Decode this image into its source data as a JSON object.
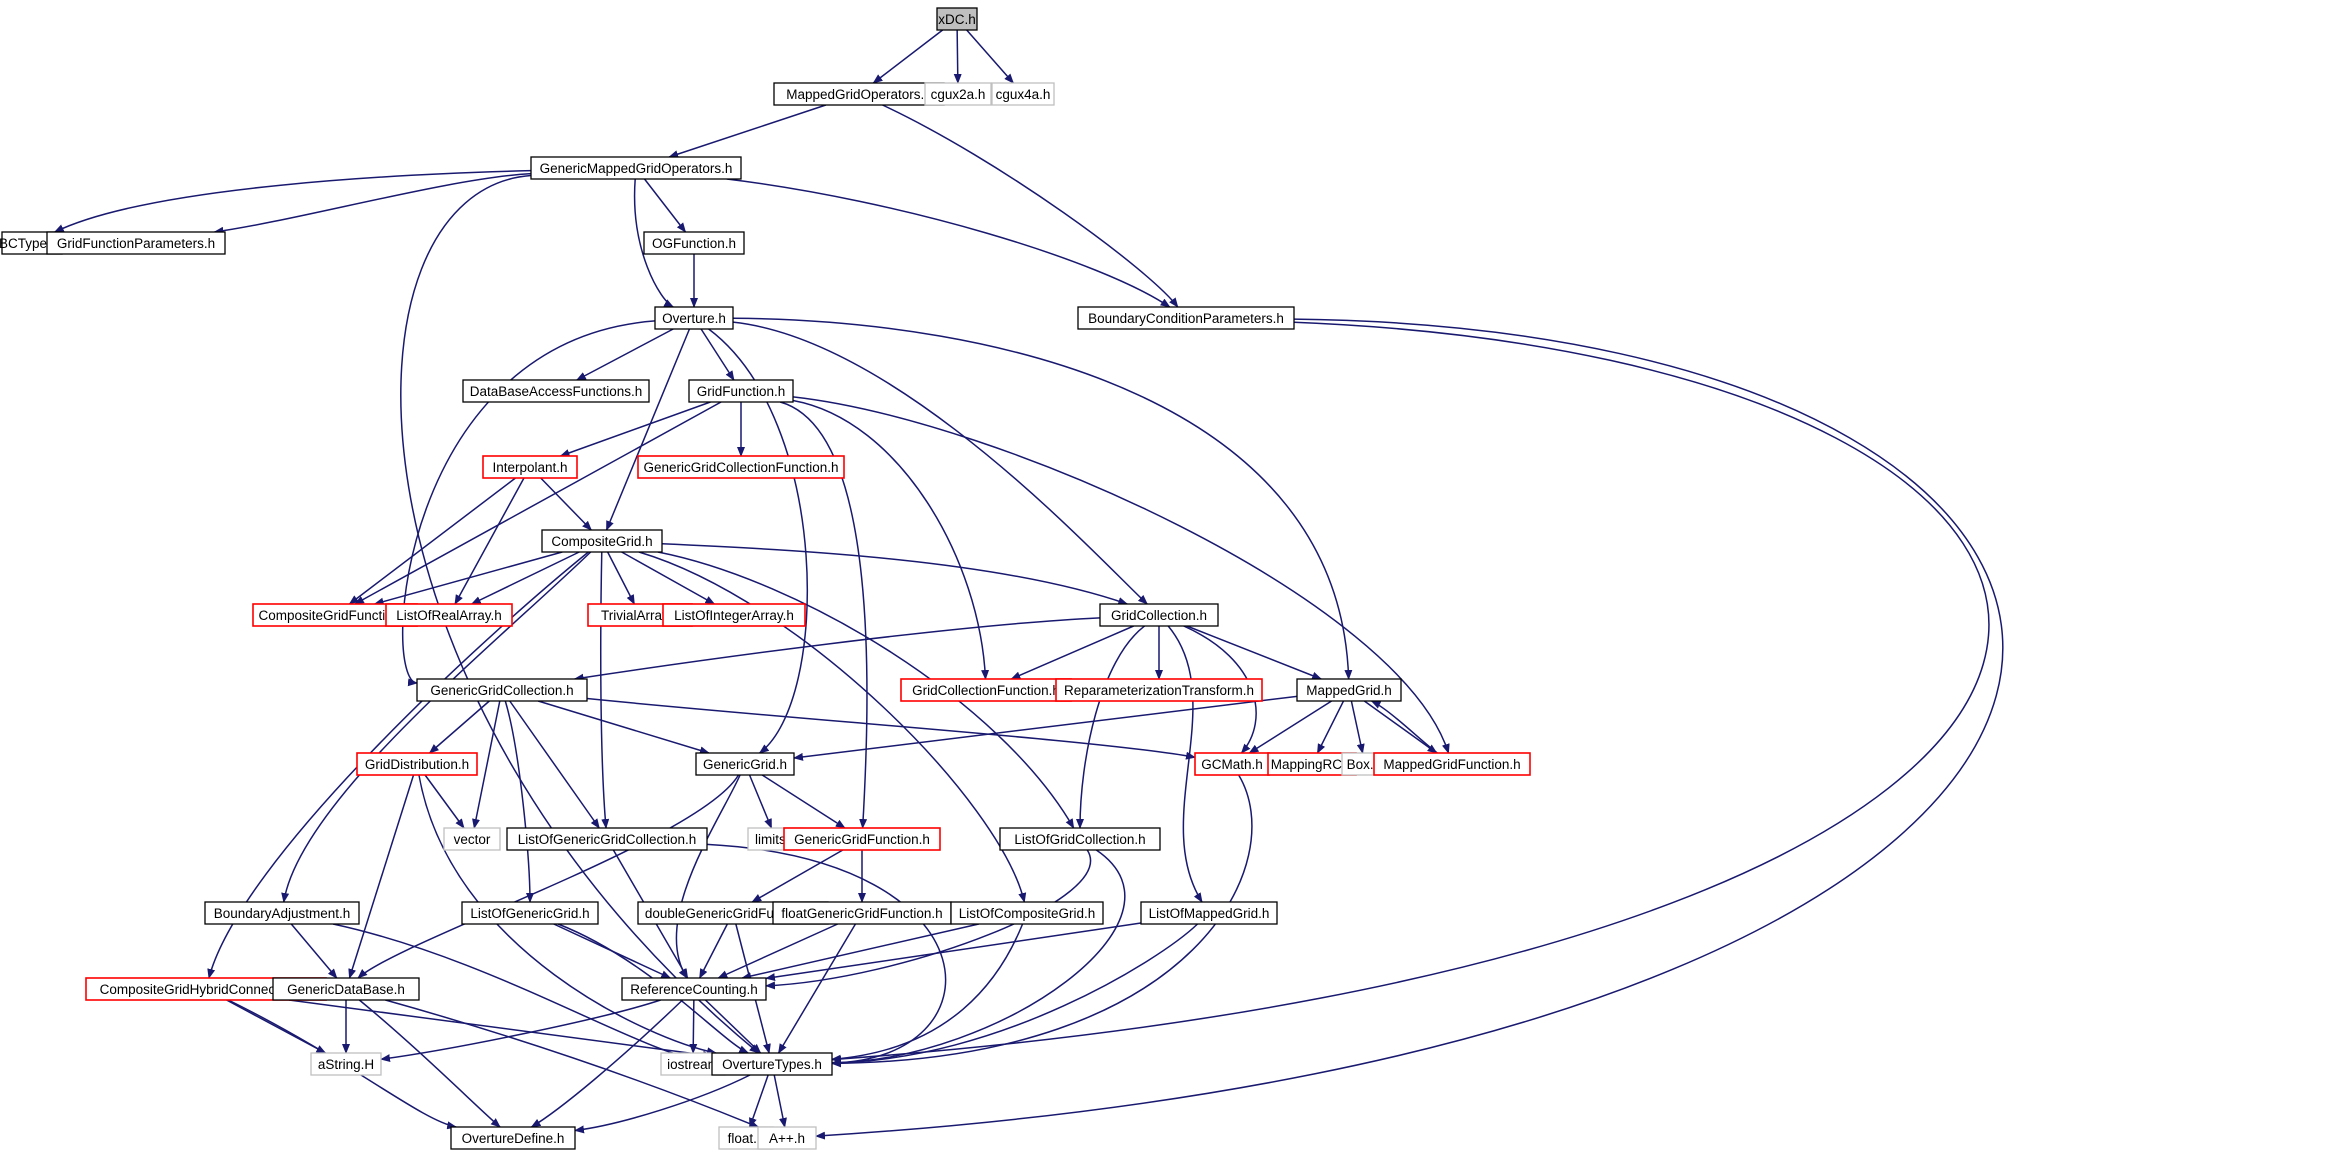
{
  "colors": {
    "edge": "#191970",
    "border_default": "#000000",
    "border_red": "#ff0000",
    "border_gray": "#bfbfbf",
    "fill_root": "#bfbfbf",
    "fill_default": "#ffffff"
  },
  "nodes": [
    {
      "id": "xDC",
      "label": "xDC.h",
      "style": "root"
    },
    {
      "id": "MappedGridOperators",
      "label": "MappedGridOperators.h",
      "style": "black"
    },
    {
      "id": "cgux2a",
      "label": "cgux2a.h",
      "style": "gray"
    },
    {
      "id": "cgux4a",
      "label": "cgux4a.h",
      "style": "gray"
    },
    {
      "id": "GenericMappedGridOperators",
      "label": "GenericMappedGridOperators.h",
      "style": "black"
    },
    {
      "id": "BCTypes",
      "label": "BCTypes.h",
      "style": "black"
    },
    {
      "id": "GridFunctionParameters",
      "label": "GridFunctionParameters.h",
      "style": "black"
    },
    {
      "id": "OGFunction",
      "label": "OGFunction.h",
      "style": "black"
    },
    {
      "id": "Overture",
      "label": "Overture.h",
      "style": "black"
    },
    {
      "id": "BoundaryConditionParameters",
      "label": "BoundaryConditionParameters.h",
      "style": "black"
    },
    {
      "id": "DataBaseAccessFunctions",
      "label": "DataBaseAccessFunctions.h",
      "style": "black"
    },
    {
      "id": "GridFunction",
      "label": "GridFunction.h",
      "style": "black"
    },
    {
      "id": "Interpolant",
      "label": "Interpolant.h",
      "style": "red"
    },
    {
      "id": "GenericGridCollectionFunction",
      "label": "GenericGridCollectionFunction.h",
      "style": "red"
    },
    {
      "id": "CompositeGrid",
      "label": "CompositeGrid.h",
      "style": "black"
    },
    {
      "id": "CompositeGridFunction",
      "label": "CompositeGridFunction.h",
      "style": "red"
    },
    {
      "id": "ListOfRealArray",
      "label": "ListOfRealArray.h",
      "style": "red"
    },
    {
      "id": "TrivialArray",
      "label": "TrivialArray.h",
      "style": "red"
    },
    {
      "id": "ListOfIntegerArray",
      "label": "ListOfIntegerArray.h",
      "style": "red"
    },
    {
      "id": "GridCollection",
      "label": "GridCollection.h",
      "style": "black"
    },
    {
      "id": "GenericGridCollection",
      "label": "GenericGridCollection.h",
      "style": "black"
    },
    {
      "id": "GridCollectionFunction",
      "label": "GridCollectionFunction.h",
      "style": "red"
    },
    {
      "id": "ReparameterizationTransform",
      "label": "ReparameterizationTransform.h",
      "style": "red"
    },
    {
      "id": "MappedGrid",
      "label": "MappedGrid.h",
      "style": "black"
    },
    {
      "id": "GridDistribution",
      "label": "GridDistribution.h",
      "style": "red"
    },
    {
      "id": "GenericGrid",
      "label": "GenericGrid.h",
      "style": "black"
    },
    {
      "id": "GCMath",
      "label": "GCMath.h",
      "style": "red"
    },
    {
      "id": "MappingRC",
      "label": "MappingRC.h",
      "style": "red"
    },
    {
      "id": "BoxH",
      "label": "Box.H",
      "style": "gray"
    },
    {
      "id": "MappedGridFunction",
      "label": "MappedGridFunction.h",
      "style": "red"
    },
    {
      "id": "vector",
      "label": "vector",
      "style": "gray"
    },
    {
      "id": "ListOfGenericGridCollection",
      "label": "ListOfGenericGridCollection.h",
      "style": "black"
    },
    {
      "id": "limits",
      "label": "limits.h",
      "style": "gray"
    },
    {
      "id": "GenericGridFunction",
      "label": "GenericGridFunction.h",
      "style": "red"
    },
    {
      "id": "ListOfGridCollection",
      "label": "ListOfGridCollection.h",
      "style": "black"
    },
    {
      "id": "BoundaryAdjustment",
      "label": "BoundaryAdjustment.h",
      "style": "black"
    },
    {
      "id": "ListOfGenericGrid",
      "label": "ListOfGenericGrid.h",
      "style": "black"
    },
    {
      "id": "doubleGenericGridFunction",
      "label": "doubleGenericGridFunction.h",
      "style": "black"
    },
    {
      "id": "floatGenericGridFunction",
      "label": "floatGenericGridFunction.h",
      "style": "black"
    },
    {
      "id": "ListOfCompositeGrid",
      "label": "ListOfCompositeGrid.h",
      "style": "black"
    },
    {
      "id": "ListOfMappedGrid",
      "label": "ListOfMappedGrid.h",
      "style": "black"
    },
    {
      "id": "CompositeGridHybridConnectivity",
      "label": "CompositeGridHybridConnectivity.h",
      "style": "red"
    },
    {
      "id": "GenericDataBase",
      "label": "GenericDataBase.h",
      "style": "black"
    },
    {
      "id": "ReferenceCounting",
      "label": "ReferenceCounting.h",
      "style": "black"
    },
    {
      "id": "aStringH",
      "label": "aString.H",
      "style": "gray"
    },
    {
      "id": "iostream",
      "label": "iostream",
      "style": "gray"
    },
    {
      "id": "OvertureTypes",
      "label": "OvertureTypes.h",
      "style": "black"
    },
    {
      "id": "float",
      "label": "float.h",
      "style": "gray"
    },
    {
      "id": "App",
      "label": "A++.h",
      "style": "gray"
    },
    {
      "id": "OvertureDefine",
      "label": "OvertureDefine.h",
      "style": "black"
    }
  ],
  "edges": [
    [
      "xDC",
      "MappedGridOperators"
    ],
    [
      "xDC",
      "cgux2a"
    ],
    [
      "xDC",
      "cgux4a"
    ],
    [
      "MappedGridOperators",
      "GenericMappedGridOperators"
    ],
    [
      "MappedGridOperators",
      "BoundaryConditionParameters"
    ],
    [
      "GenericMappedGridOperators",
      "BCTypes"
    ],
    [
      "GenericMappedGridOperators",
      "GridFunctionParameters"
    ],
    [
      "GenericMappedGridOperators",
      "OGFunction"
    ],
    [
      "GenericMappedGridOperators",
      "Overture"
    ],
    [
      "GenericMappedGridOperators",
      "BoundaryConditionParameters"
    ],
    [
      "GenericMappedGridOperators",
      "OvertureTypes"
    ],
    [
      "OGFunction",
      "Overture"
    ],
    [
      "BoundaryConditionParameters",
      "OvertureTypes"
    ],
    [
      "BoundaryConditionParameters",
      "App"
    ],
    [
      "Overture",
      "DataBaseAccessFunctions"
    ],
    [
      "Overture",
      "GridFunction"
    ],
    [
      "Overture",
      "CompositeGrid"
    ],
    [
      "Overture",
      "GenericGridCollection"
    ],
    [
      "Overture",
      "GenericGrid"
    ],
    [
      "Overture",
      "GridCollection"
    ],
    [
      "Overture",
      "MappedGrid"
    ],
    [
      "GridFunction",
      "Interpolant"
    ],
    [
      "GridFunction",
      "GenericGridCollectionFunction"
    ],
    [
      "GridFunction",
      "CompositeGridFunction"
    ],
    [
      "GridFunction",
      "GridCollectionFunction"
    ],
    [
      "GridFunction",
      "GenericGridFunction"
    ],
    [
      "GridFunction",
      "MappedGridFunction"
    ],
    [
      "Interpolant",
      "CompositeGrid"
    ],
    [
      "Interpolant",
      "CompositeGridFunction"
    ],
    [
      "Interpolant",
      "ListOfRealArray"
    ],
    [
      "CompositeGrid",
      "CompositeGridFunction"
    ],
    [
      "CompositeGrid",
      "ListOfRealArray"
    ],
    [
      "CompositeGrid",
      "TrivialArray"
    ],
    [
      "CompositeGrid",
      "ListOfIntegerArray"
    ],
    [
      "CompositeGrid",
      "GridCollection"
    ],
    [
      "CompositeGrid",
      "ListOfGenericGridCollection"
    ],
    [
      "CompositeGrid",
      "ListOfCompositeGrid"
    ],
    [
      "CompositeGrid",
      "CompositeGridHybridConnectivity"
    ],
    [
      "CompositeGrid",
      "BoundaryAdjustment"
    ],
    [
      "CompositeGrid",
      "ListOfGridCollection"
    ],
    [
      "GridCollection",
      "GenericGridCollection"
    ],
    [
      "GridCollection",
      "GridCollectionFunction"
    ],
    [
      "GridCollection",
      "ReparameterizationTransform"
    ],
    [
      "GridCollection",
      "MappedGrid"
    ],
    [
      "GridCollection",
      "GCMath"
    ],
    [
      "GridCollection",
      "ListOfGridCollection"
    ],
    [
      "GridCollection",
      "ListOfMappedGrid"
    ],
    [
      "GenericGridCollection",
      "GridDistribution"
    ],
    [
      "GenericGridCollection",
      "vector"
    ],
    [
      "GenericGridCollection",
      "GenericGrid"
    ],
    [
      "GenericGridCollection",
      "ListOfGenericGridCollection"
    ],
    [
      "GenericGridCollection",
      "ListOfGenericGrid"
    ],
    [
      "GenericGridCollection",
      "GCMath"
    ],
    [
      "MappedGrid",
      "GenericGrid"
    ],
    [
      "MappedGrid",
      "GCMath"
    ],
    [
      "MappedGrid",
      "MappingRC"
    ],
    [
      "MappedGrid",
      "BoxH"
    ],
    [
      "MappedGrid",
      "MappedGridFunction"
    ],
    [
      "MappedGridFunction",
      "MappedGrid"
    ],
    [
      "GridDistribution",
      "vector"
    ],
    [
      "GridDistribution",
      "GenericDataBase"
    ],
    [
      "GridDistribution",
      "OvertureTypes"
    ],
    [
      "GenericGrid",
      "limits"
    ],
    [
      "GenericGrid",
      "GenericGridFunction"
    ],
    [
      "GenericGrid",
      "GenericDataBase"
    ],
    [
      "GenericGrid",
      "ReferenceCounting"
    ],
    [
      "GCMath",
      "OvertureTypes"
    ],
    [
      "GenericGridFunction",
      "doubleGenericGridFunction"
    ],
    [
      "GenericGridFunction",
      "floatGenericGridFunction"
    ],
    [
      "ListOfGenericGridCollection",
      "ReferenceCounting"
    ],
    [
      "ListOfGenericGridCollection",
      "OvertureTypes"
    ],
    [
      "ListOfGridCollection",
      "ReferenceCounting"
    ],
    [
      "ListOfGridCollection",
      "OvertureTypes"
    ],
    [
      "BoundaryAdjustment",
      "GenericDataBase"
    ],
    [
      "BoundaryAdjustment",
      "OvertureTypes"
    ],
    [
      "ListOfGenericGrid",
      "ReferenceCounting"
    ],
    [
      "ListOfGenericGrid",
      "OvertureTypes"
    ],
    [
      "doubleGenericGridFunction",
      "ReferenceCounting"
    ],
    [
      "doubleGenericGridFunction",
      "OvertureTypes"
    ],
    [
      "floatGenericGridFunction",
      "ReferenceCounting"
    ],
    [
      "floatGenericGridFunction",
      "OvertureTypes"
    ],
    [
      "ListOfCompositeGrid",
      "ReferenceCounting"
    ],
    [
      "ListOfCompositeGrid",
      "OvertureTypes"
    ],
    [
      "ListOfMappedGrid",
      "ReferenceCounting"
    ],
    [
      "ListOfMappedGrid",
      "OvertureTypes"
    ],
    [
      "CompositeGridHybridConnectivity",
      "aStringH"
    ],
    [
      "CompositeGridHybridConnectivity",
      "OvertureDefine"
    ],
    [
      "CompositeGridHybridConnectivity",
      "OvertureTypes"
    ],
    [
      "GenericDataBase",
      "aStringH"
    ],
    [
      "GenericDataBase",
      "OvertureDefine"
    ],
    [
      "GenericDataBase",
      "App"
    ],
    [
      "ReferenceCounting",
      "aStringH"
    ],
    [
      "ReferenceCounting",
      "iostream"
    ],
    [
      "ReferenceCounting",
      "OvertureTypes"
    ],
    [
      "ReferenceCounting",
      "OvertureDefine"
    ],
    [
      "OvertureTypes",
      "float"
    ],
    [
      "OvertureTypes",
      "App"
    ],
    [
      "OvertureTypes",
      "OvertureDefine"
    ]
  ]
}
